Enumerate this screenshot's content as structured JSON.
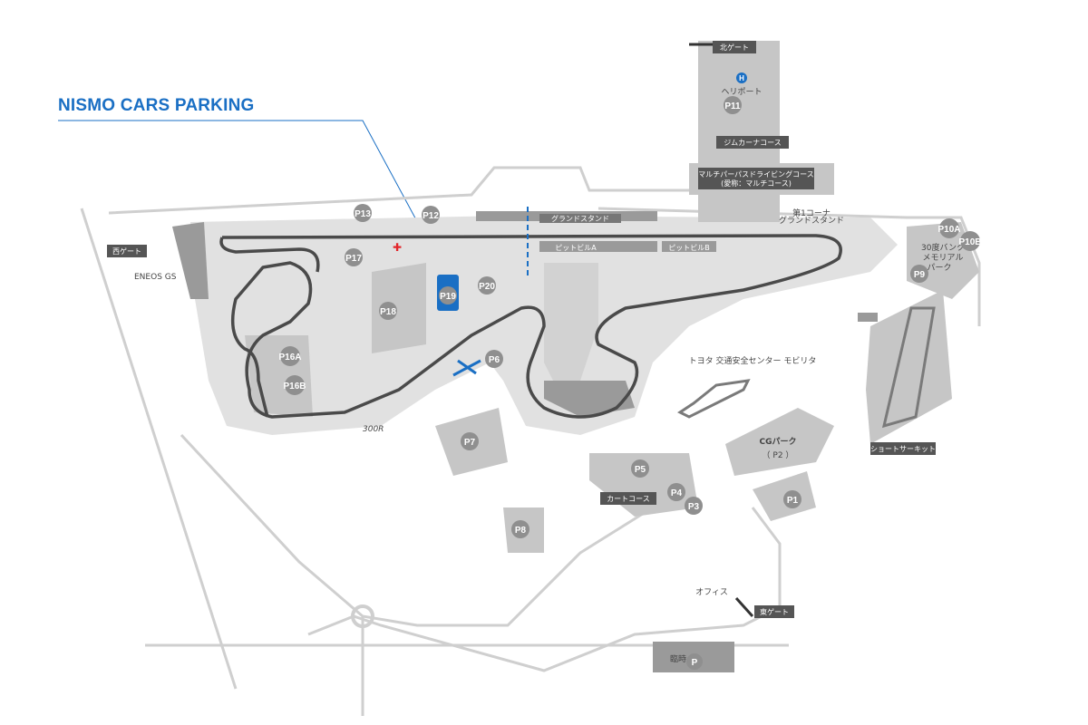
{
  "title": "NISMO CARS PARKING",
  "colors": {
    "accent": "#1a6fc4",
    "area": "#dcdcdc",
    "zone": "#c9c9c9",
    "dark": "#9e9e9e",
    "track": "#444444",
    "label_bg": "#555555"
  },
  "gates": {
    "north": "北ゲート",
    "west": "西ゲート",
    "east": "東ゲート"
  },
  "labels": {
    "heliport": "ヘリポート",
    "gymkhana": "ジムカーナコース",
    "multi_1": "マルチパーパスドライビングコース",
    "multi_2": "(愛称：マルチコース)",
    "corner1_1": "第1コーナ",
    "corner1_2": "グランドスタンド",
    "grandstand": "グランドスタンド",
    "pit_a": "ピットビルA",
    "pit_b": "ピットビルB",
    "bank_1": "30度バンク",
    "bank_2": "メモリアル",
    "bank_3": "パーク",
    "eneos": "ENEOS GS",
    "toyota": "トヨタ 交通安全センター モビリタ",
    "cg_park": "CGパーク",
    "cg_p2": "（ P2 ）",
    "short_circuit": "ショートサーキット",
    "kart": "カートコース",
    "office": "オフィス",
    "temp": "臨時",
    "corner_300r": "300R"
  },
  "parking": {
    "p11": "P11",
    "p13": "P13",
    "p12": "P12",
    "p17": "P17",
    "p18": "P18",
    "p19": "P19",
    "p20": "P20",
    "p16a": "P16A",
    "p16b": "P16B",
    "p6": "P6",
    "p7": "P7",
    "p5": "P5",
    "p4": "P4",
    "p3": "P3",
    "p1": "P1",
    "p8": "P8",
    "p9": "P9",
    "p10a": "P10A",
    "p10b": "P10B",
    "p_temp": "P"
  },
  "icons": {
    "heliport": "helipad-icon",
    "first_aid": "first-aid-icon",
    "parking": "parking-icon"
  }
}
